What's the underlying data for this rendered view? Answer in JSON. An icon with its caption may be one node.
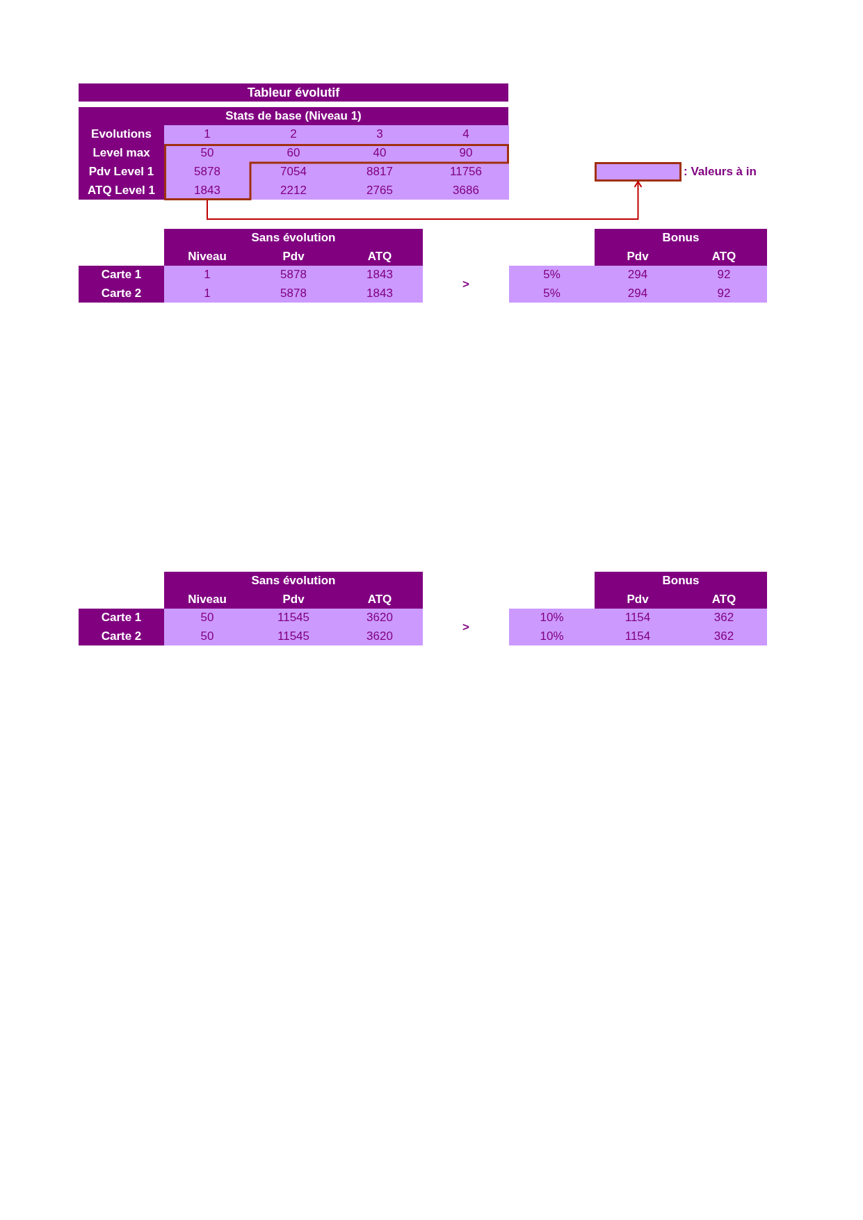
{
  "diagram": {
    "title": "Tableur évolutif",
    "nodes": [
      {
        "text": [],
        "shape": "box"
      },
      {
        "text": [],
        "shape": "box",
        "beside": [
          ": Valeurs à in"
        ]
      }
    ],
    "edges": [
      {
        "from": 0,
        "to": 1,
        "arrow": "to"
      }
    ],
    "labels": [
      "Stats de base (Niveau 1)",
      "Evolutions",
      "1",
      "2",
      "3",
      "4",
      "Level max",
      "50",
      "60",
      "40",
      "90",
      "Pdv Level 1",
      "5878",
      "7054",
      "8817",
      "11756",
      "ATQ Level 1",
      "1843",
      "2212",
      "2765",
      "3686",
      "Sans évolution",
      "Bonus",
      "Niveau",
      "Pdv",
      "ATQ",
      "Pdv",
      "ATQ",
      "Carte 1",
      "1",
      "5878",
      "1843",
      ">",
      "5%",
      "294",
      "92",
      "Carte 2",
      "1",
      "5878",
      "1843",
      "5%",
      "294",
      "92",
      "Sans évolution",
      "Bonus",
      "Niveau",
      "Pdv",
      "ATQ",
      "Pdv",
      "ATQ",
      "Carte 1",
      "50",
      "11545",
      "3620",
      ">",
      "10%",
      "1154",
      "362",
      "Carte 2",
      "50",
      "11545",
      "3620",
      "10%",
      "1154",
      "362"
    ]
  }
}
